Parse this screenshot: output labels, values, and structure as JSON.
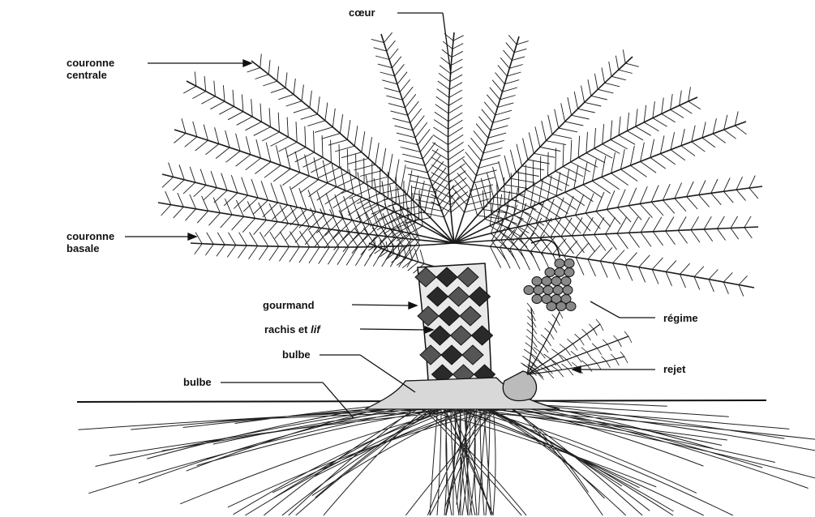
{
  "diagram": {
    "labels": {
      "coeur": "cœur",
      "couronne_centrale_1": "couronne",
      "couronne_centrale_2": "centrale",
      "couronne_basale_1": "couronne",
      "couronne_basale_2": "basale",
      "gourmand": "gourmand",
      "rachis_prefix": "rachis et",
      "rachis_italic": "lif",
      "bulbe_upper": "bulbe",
      "bulbe_lower": "bulbe",
      "regime": "régime",
      "rejet": "rejet"
    },
    "colors": {
      "ink": "#111111",
      "background": "#ffffff"
    }
  }
}
